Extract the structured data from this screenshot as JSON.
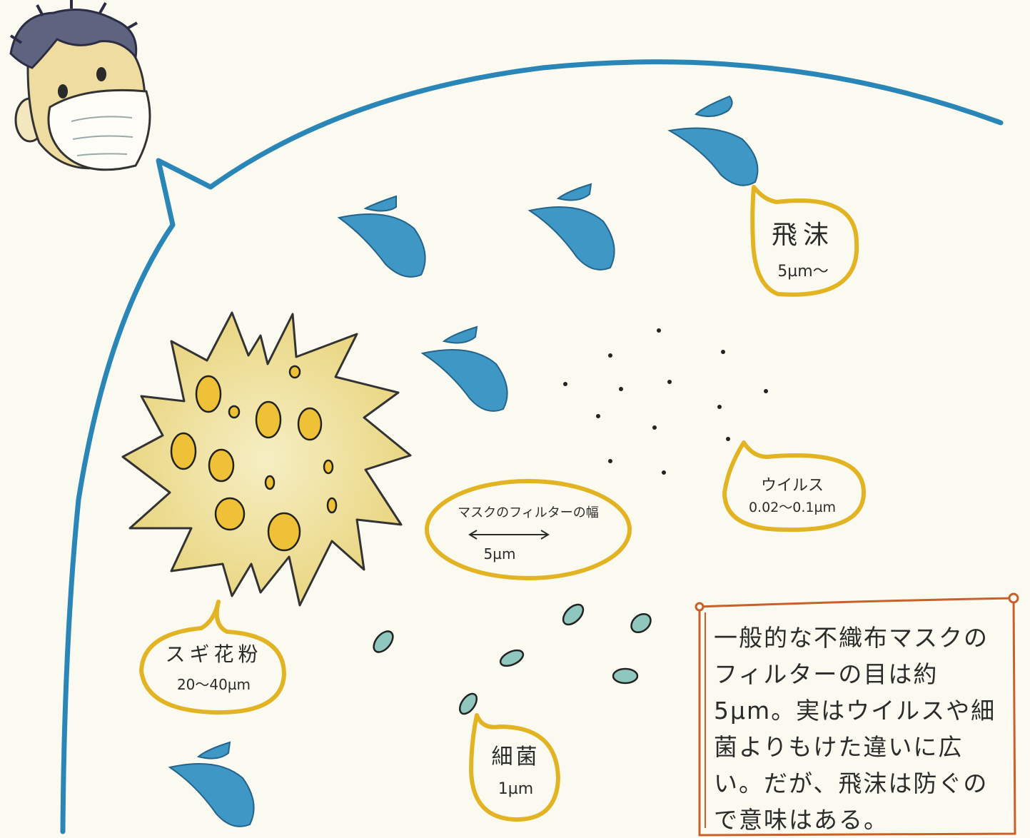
{
  "labels": {
    "droplet_name": "飛沫",
    "droplet_size": "5µm〜",
    "virus_name": "ウイルス",
    "virus_size": "0.02〜0.1µm",
    "pollen_name": "スギ花粉",
    "pollen_size": "20〜40µm",
    "bacteria_name": "細菌",
    "bacteria_size": "1µm",
    "filter_title": "マスクのフィルターの幅",
    "filter_size": "5µm"
  },
  "note": {
    "text": "一般的な不織布マスクのフィルターの目は約5µm。実はウイルスや細菌よりもけた違いに広い。だが、飛沫は防ぐので意味はある。"
  },
  "colors": {
    "background": "#fbfaf0",
    "arc": "#2b86b8",
    "droplet": "#3f97c6",
    "bubble_outline": "#e2b424",
    "pollen_body": "#efe0a0",
    "pollen_spot": "#eec136",
    "note_frame": "#c8602a",
    "ink": "#2b2b2b"
  }
}
